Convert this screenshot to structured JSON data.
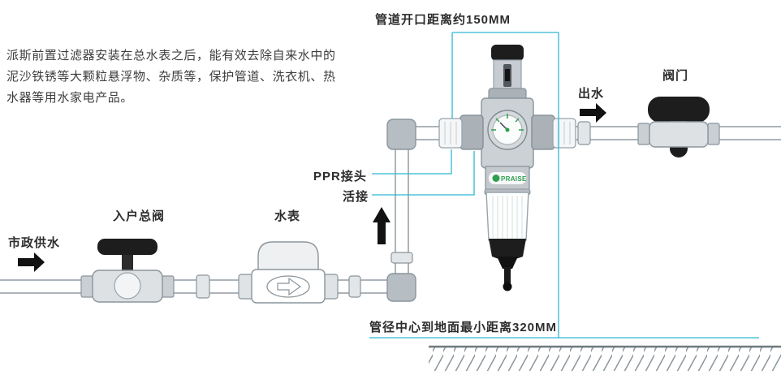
{
  "description": "派斯前置过滤器安装在总水表之后，能有效去除自来水中的泥沙铁锈等大颗粒悬浮物、杂质等，保护管道、洗衣机、热水器等用水家电产品。",
  "labels": {
    "pipe_opening_distance": "管道开口距离约150MM",
    "municipal_supply": "市政供水",
    "household_main_valve": "入户总阀",
    "water_meter": "水表",
    "ppr_joint": "PPR接头",
    "union": "活接",
    "water_outlet": "出水",
    "valve": "阀门",
    "ground_clearance": "管径中心到地面最小距离320MM"
  },
  "filter": {
    "brand": "PRAISE"
  },
  "colors": {
    "measurement_line": "#2fb7d4",
    "pipe_stroke": "#8a959c",
    "pipe_fill": "#ffffff",
    "handle_black": "#1d1d1d",
    "brand_green": "#2e9e4f",
    "text": "#3e3e3e"
  }
}
